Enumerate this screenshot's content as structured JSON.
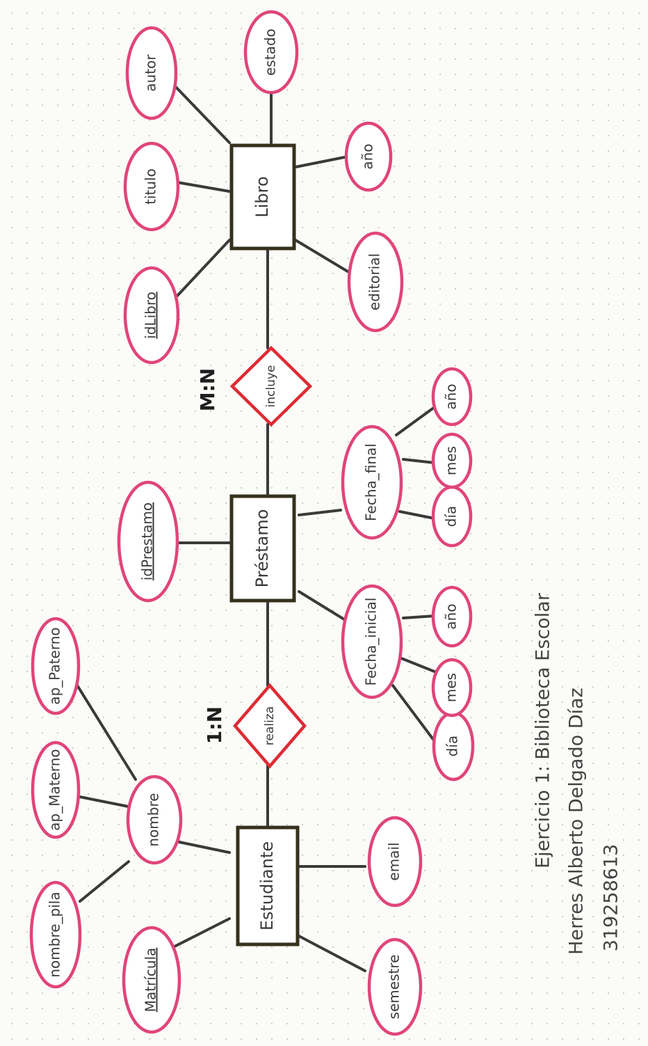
{
  "entities": [
    {
      "id": "estudiante",
      "label": "Estudiante"
    },
    {
      "id": "prestamo",
      "label": "Préstamo"
    },
    {
      "id": "libro",
      "label": "Libro"
    }
  ],
  "relationships": [
    {
      "id": "realiza",
      "label": "realiza"
    },
    {
      "id": "incluye",
      "label": "incluye"
    }
  ],
  "attributes": [
    {
      "id": "matricula",
      "label": "Matrícula",
      "key": true
    },
    {
      "id": "nombre_pila",
      "label": "nombre_pila",
      "key": false
    },
    {
      "id": "nombre",
      "label": "nombre",
      "key": false
    },
    {
      "id": "ap_materno",
      "label": "ap_Materno",
      "key": false
    },
    {
      "id": "ap_paterno",
      "label": "ap_Paterno",
      "key": false
    },
    {
      "id": "email",
      "label": "email",
      "key": false
    },
    {
      "id": "semestre",
      "label": "semestre",
      "key": false
    },
    {
      "id": "idprestamo",
      "label": "idPrestamo",
      "key": true
    },
    {
      "id": "fecha_inicial",
      "label": "Fecha_inicial",
      "key": false
    },
    {
      "id": "fi_dia",
      "label": "día",
      "key": false
    },
    {
      "id": "fi_mes",
      "label": "mes",
      "key": false
    },
    {
      "id": "fi_ano",
      "label": "año",
      "key": false
    },
    {
      "id": "fecha_final",
      "label": "Fecha_final",
      "key": false
    },
    {
      "id": "ff_dia",
      "label": "día",
      "key": false
    },
    {
      "id": "ff_mes",
      "label": "mes",
      "key": false
    },
    {
      "id": "ff_ano",
      "label": "año",
      "key": false
    },
    {
      "id": "idlibro",
      "label": "idLibro",
      "key": true
    },
    {
      "id": "titulo",
      "label": "titulo",
      "key": false
    },
    {
      "id": "autor",
      "label": "autor",
      "key": false
    },
    {
      "id": "estado",
      "label": "estado",
      "key": false
    },
    {
      "id": "lb_ano",
      "label": "año",
      "key": false
    },
    {
      "id": "editorial",
      "label": "editorial",
      "key": false
    }
  ],
  "cardinalities": {
    "realiza": "1:N",
    "incluye": "M:N"
  },
  "footer": {
    "line1": "Ejercicio 1: Biblioteca Escolar",
    "line2": "Herres Alberto Delgado Díaz",
    "line3": "319258613"
  },
  "colors": {
    "attribute_stroke": "#e0457a",
    "relationship_stroke": "#dd2b34",
    "entity_stroke": "#35311c"
  }
}
